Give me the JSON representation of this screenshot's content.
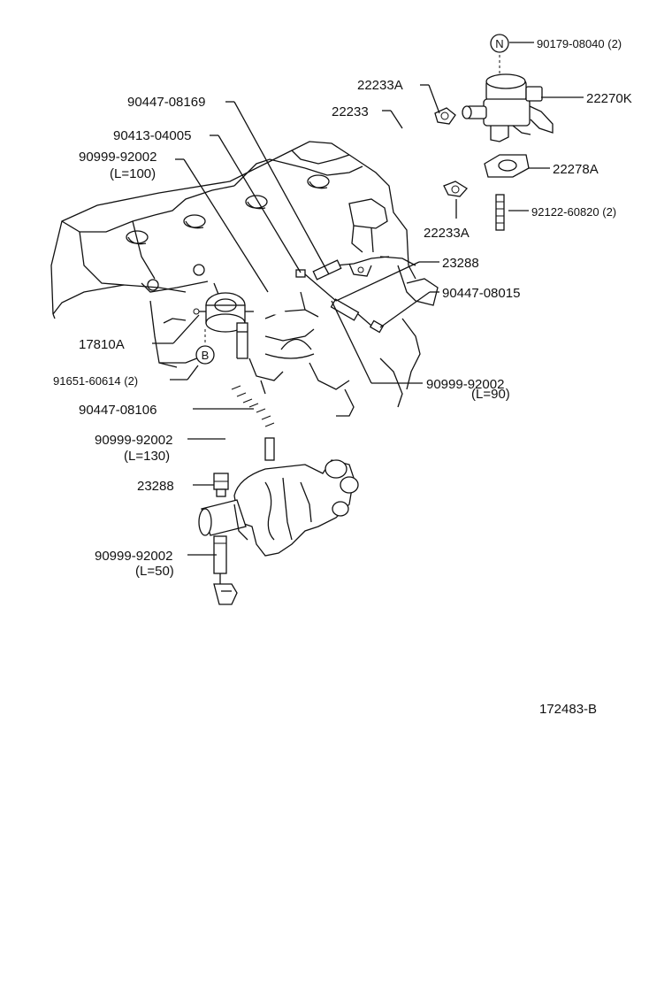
{
  "diagram_id": "172483-B",
  "callouts": {
    "n_part": "90179-08040 (2)",
    "n_symbol": "N",
    "p22233A_top": "22233A",
    "p22270K": "22270K",
    "p22233": "22233",
    "p90447_08169": "90447-08169",
    "p22278A": "22278A",
    "p90413_04005": "90413-04005",
    "p90999_92002_a": "90999-92002",
    "p_L100": "(L=100)",
    "p92122_60820": "92122-60820 (2)",
    "p22233A_bottom": "22233A",
    "p23288_top": "23288",
    "p90447_08015": "90447-08015",
    "p17810A": "17810A",
    "b_symbol": "B",
    "p91651_60614": "91651-60614 (2)",
    "p90999_92002_b": "90999-92002",
    "p_L90": "(L=90)",
    "p90447_08106": "90447-08106",
    "p90999_92002_c": "90999-92002",
    "p_L130": "(L=130)",
    "p23288_bottom": "23288",
    "p90999_92002_d": "90999-92002",
    "p_L50": "(L=50)"
  }
}
